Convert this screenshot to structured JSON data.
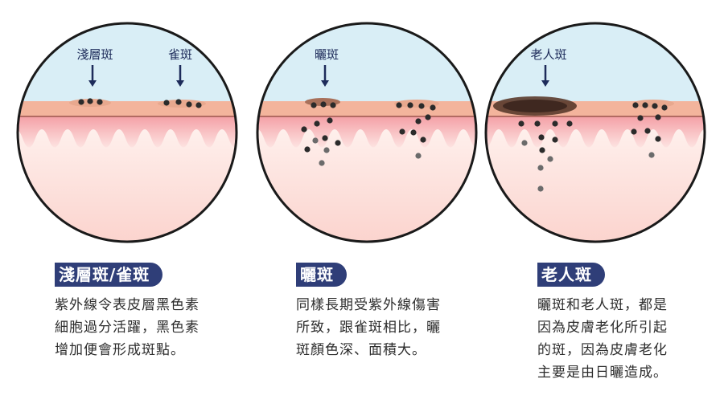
{
  "panels": [
    {
      "id": "freckle",
      "callouts": [
        "淺層斑",
        "雀斑"
      ],
      "title": "淺層斑/雀斑",
      "desc": [
        "紫外線令表皮層黑色素",
        "細胞過分活躍，黑色素",
        "增加便會形成斑點。"
      ]
    },
    {
      "id": "sunspot",
      "callouts": [
        "曬斑"
      ],
      "title": "曬斑",
      "desc": [
        "同樣長期受紫外線傷害",
        "所致，跟雀斑相比，曬",
        "斑顏色深、面積大。"
      ]
    },
    {
      "id": "age-spot",
      "callouts": [
        "老人斑"
      ],
      "title": "老人斑",
      "desc": [
        "曬斑和老人斑，都是",
        "因為皮膚老化所引起",
        "的斑，因為皮膚老化",
        "主要是由日曬造成。"
      ]
    }
  ],
  "colors": {
    "sky": "#d9eef6",
    "epidermis": "#f3b49c",
    "dermis": "#f2a5a8",
    "ring": "#1a1a1a",
    "title_bg": "#2f3e78",
    "dot": "#2b2b2b",
    "spot": "#5a3a2c"
  }
}
